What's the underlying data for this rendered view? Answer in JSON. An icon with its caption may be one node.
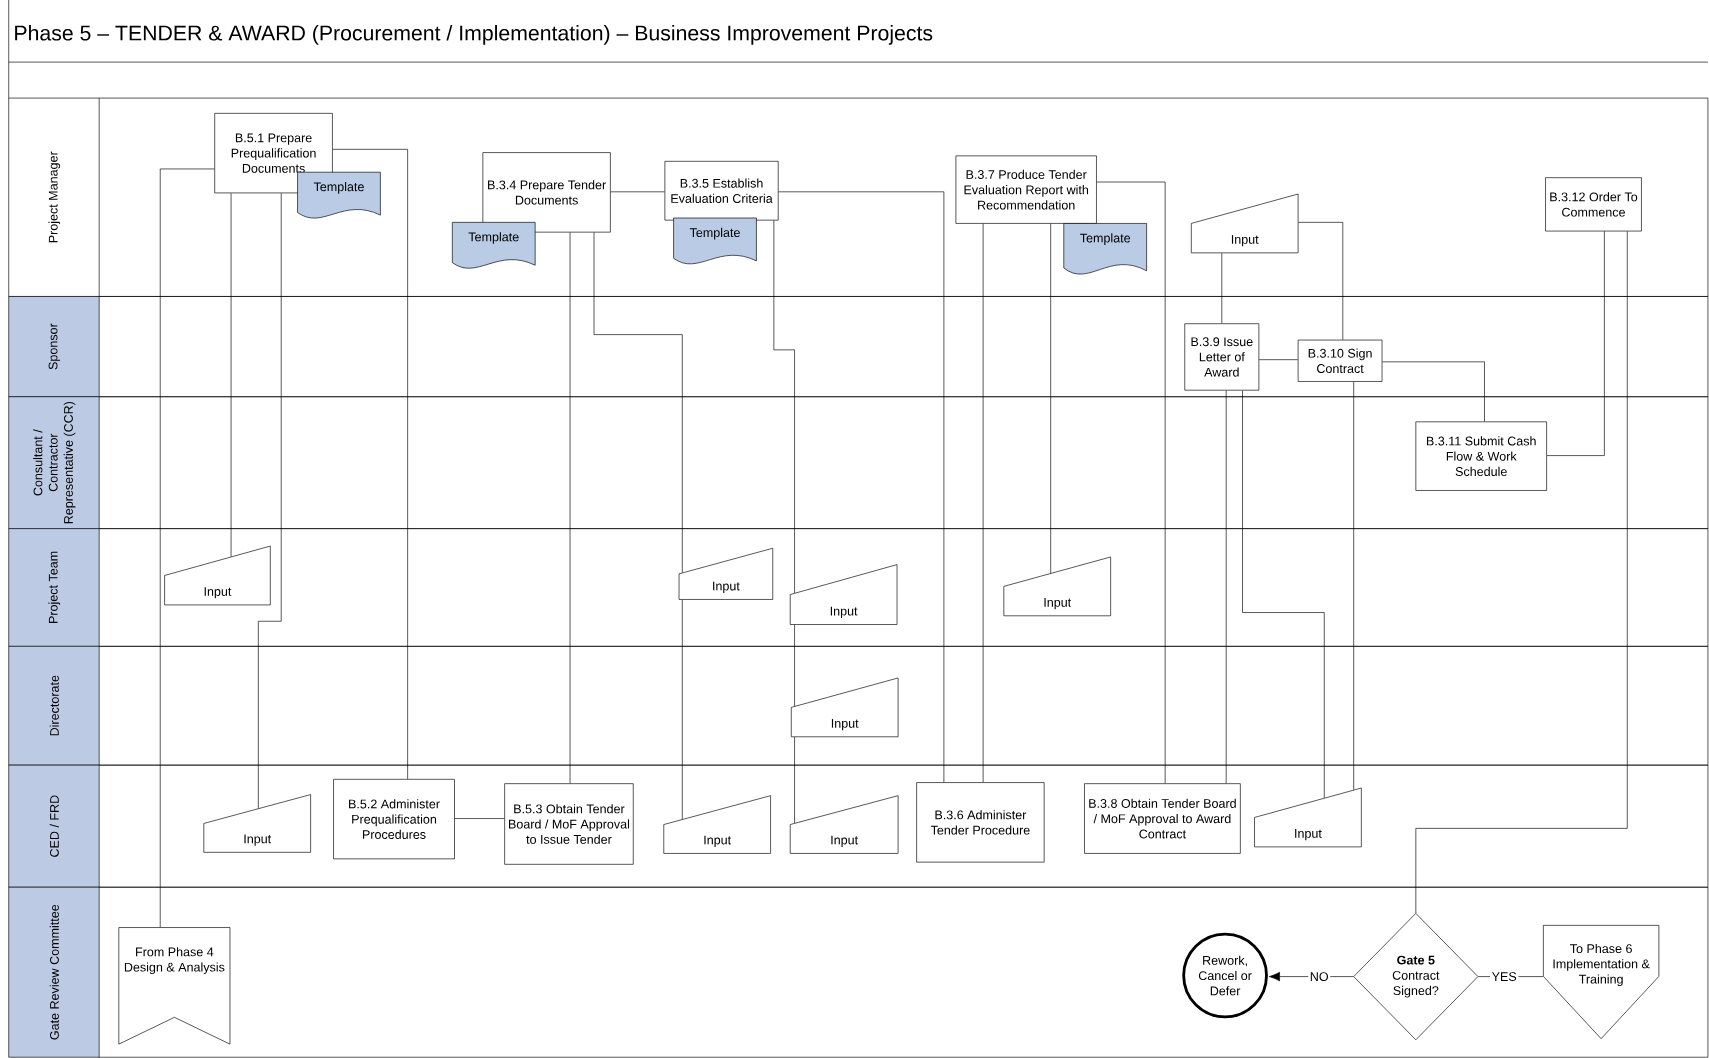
{
  "diagram": {
    "title": "Phase 5 – TENDER & AWARD (Procurement / Implementation) – Business Improvement Projects",
    "nodes": [
      {
        "text": [
          "Project Manager"
        ]
      },
      {
        "text": [
          "B.5.1 Prepare Prequalification Documents"
        ],
        "in": 0
      },
      {
        "text": [
          "Template"
        ],
        "in": 0
      },
      {
        "text": [
          "B.3.4 Prepare Tender Documents"
        ],
        "in": 0
      },
      {
        "text": [
          "Template"
        ],
        "in": 0
      },
      {
        "text": [
          "B.3.5 Establish Evaluation Criteria"
        ],
        "in": 0
      },
      {
        "text": [
          "Template"
        ],
        "in": 0
      },
      {
        "text": [
          "B.3.7 Produce Tender Evaluation Report with Recommendation"
        ],
        "in": 0
      },
      {
        "text": [
          "Template"
        ],
        "in": 0
      },
      {
        "text": [
          "Input"
        ],
        "in": 0
      },
      {
        "text": [
          "B.3.12 Order To Commence"
        ],
        "in": 0
      },
      {
        "text": [
          "Sponsor"
        ]
      },
      {
        "text": [
          "B.3.9 Issue Letter of Award"
        ],
        "in": 11
      },
      {
        "text": [
          "B.3.10 Sign Contract"
        ],
        "in": 11
      },
      {
        "text": [
          "Consultant / Contractor Representative (CCR)"
        ]
      },
      {
        "text": [
          "B.3.11 Submit Cash Flow & Work Schedule"
        ],
        "in": 14
      },
      {
        "text": [
          "Project Team"
        ]
      },
      {
        "text": [
          "Input"
        ],
        "in": 16
      },
      {
        "text": [
          "Input"
        ],
        "in": 16
      },
      {
        "text": [
          "Input"
        ],
        "in": 16
      },
      {
        "text": [
          "Input"
        ],
        "in": 16
      },
      {
        "text": [
          "Directorate"
        ]
      },
      {
        "text": [
          "Input"
        ],
        "in": 21
      },
      {
        "text": [
          "CED / FRD"
        ]
      },
      {
        "text": [
          "Input"
        ],
        "in": 23
      },
      {
        "text": [
          "B.5.2 Administer Prequalification Procedures"
        ],
        "in": 23
      },
      {
        "text": [
          "B.5.3 Obtain Tender Board / MoF Approval to Issue Tender"
        ],
        "in": 23
      },
      {
        "text": [
          "Input"
        ],
        "in": 23
      },
      {
        "text": [
          "Input"
        ],
        "in": 23
      },
      {
        "text": [
          "B.3.6 Administer Tender Procedure"
        ],
        "in": 23
      },
      {
        "text": [
          "B.3.8 Obtain Tender Board / MoF Approval to Award Contract"
        ],
        "in": 23
      },
      {
        "text": [
          "Input"
        ],
        "in": 23
      },
      {
        "text": [
          "Gate Review Committee"
        ]
      },
      {
        "text": [
          "From Phase 4 Design & Analysis"
        ],
        "in": 32
      },
      {
        "text": [
          "Rework, Cancel or Defer"
        ],
        "in": 32
      },
      {
        "text": [
          "**Gate 5** Contract Signed?"
        ],
        "in": 32
      },
      {
        "text": [
          "To Phase 6 Implementation & Training"
        ],
        "in": 32
      }
    ],
    "edges": [
      {
        "from": 33,
        "to": 1,
        "arrow": "none"
      },
      {
        "from": 1,
        "to": 17,
        "arrow": "none"
      },
      {
        "from": 1,
        "to": 24,
        "arrow": "none"
      },
      {
        "from": 1,
        "to": 25,
        "arrow": "none"
      },
      {
        "from": 25,
        "to": 26,
        "arrow": "none"
      },
      {
        "from": 3,
        "to": 26,
        "arrow": "none"
      },
      {
        "from": 3,
        "to": 5,
        "arrow": "none"
      },
      {
        "from": 3,
        "to": 18,
        "arrow": "none"
      },
      {
        "from": 18,
        "to": 27,
        "arrow": "none"
      },
      {
        "from": 5,
        "to": 19,
        "arrow": "none"
      },
      {
        "from": 19,
        "to": 22,
        "arrow": "none"
      },
      {
        "from": 22,
        "to": 28,
        "arrow": "none"
      },
      {
        "from": 5,
        "to": 29,
        "arrow": "none"
      },
      {
        "from": 7,
        "to": 29,
        "arrow": "none"
      },
      {
        "from": 7,
        "to": 20,
        "arrow": "none"
      },
      {
        "from": 7,
        "to": 30,
        "arrow": "none"
      },
      {
        "from": 9,
        "to": 12,
        "arrow": "none"
      },
      {
        "from": 9,
        "to": 13,
        "arrow": "none"
      },
      {
        "from": 12,
        "to": 13,
        "arrow": "none"
      },
      {
        "from": 12,
        "to": 30,
        "arrow": "none"
      },
      {
        "from": 12,
        "to": 31,
        "arrow": "none"
      },
      {
        "from": 13,
        "to": 31,
        "arrow": "none"
      },
      {
        "from": 13,
        "to": 15,
        "arrow": "none"
      },
      {
        "from": 15,
        "to": 10,
        "arrow": "none"
      },
      {
        "from": 10,
        "to": 35,
        "arrow": "none"
      },
      {
        "from": 35,
        "to": 34,
        "arrow": "to",
        "label": "NO"
      },
      {
        "from": 35,
        "to": 36,
        "arrow": "none",
        "label": "YES"
      }
    ]
  }
}
